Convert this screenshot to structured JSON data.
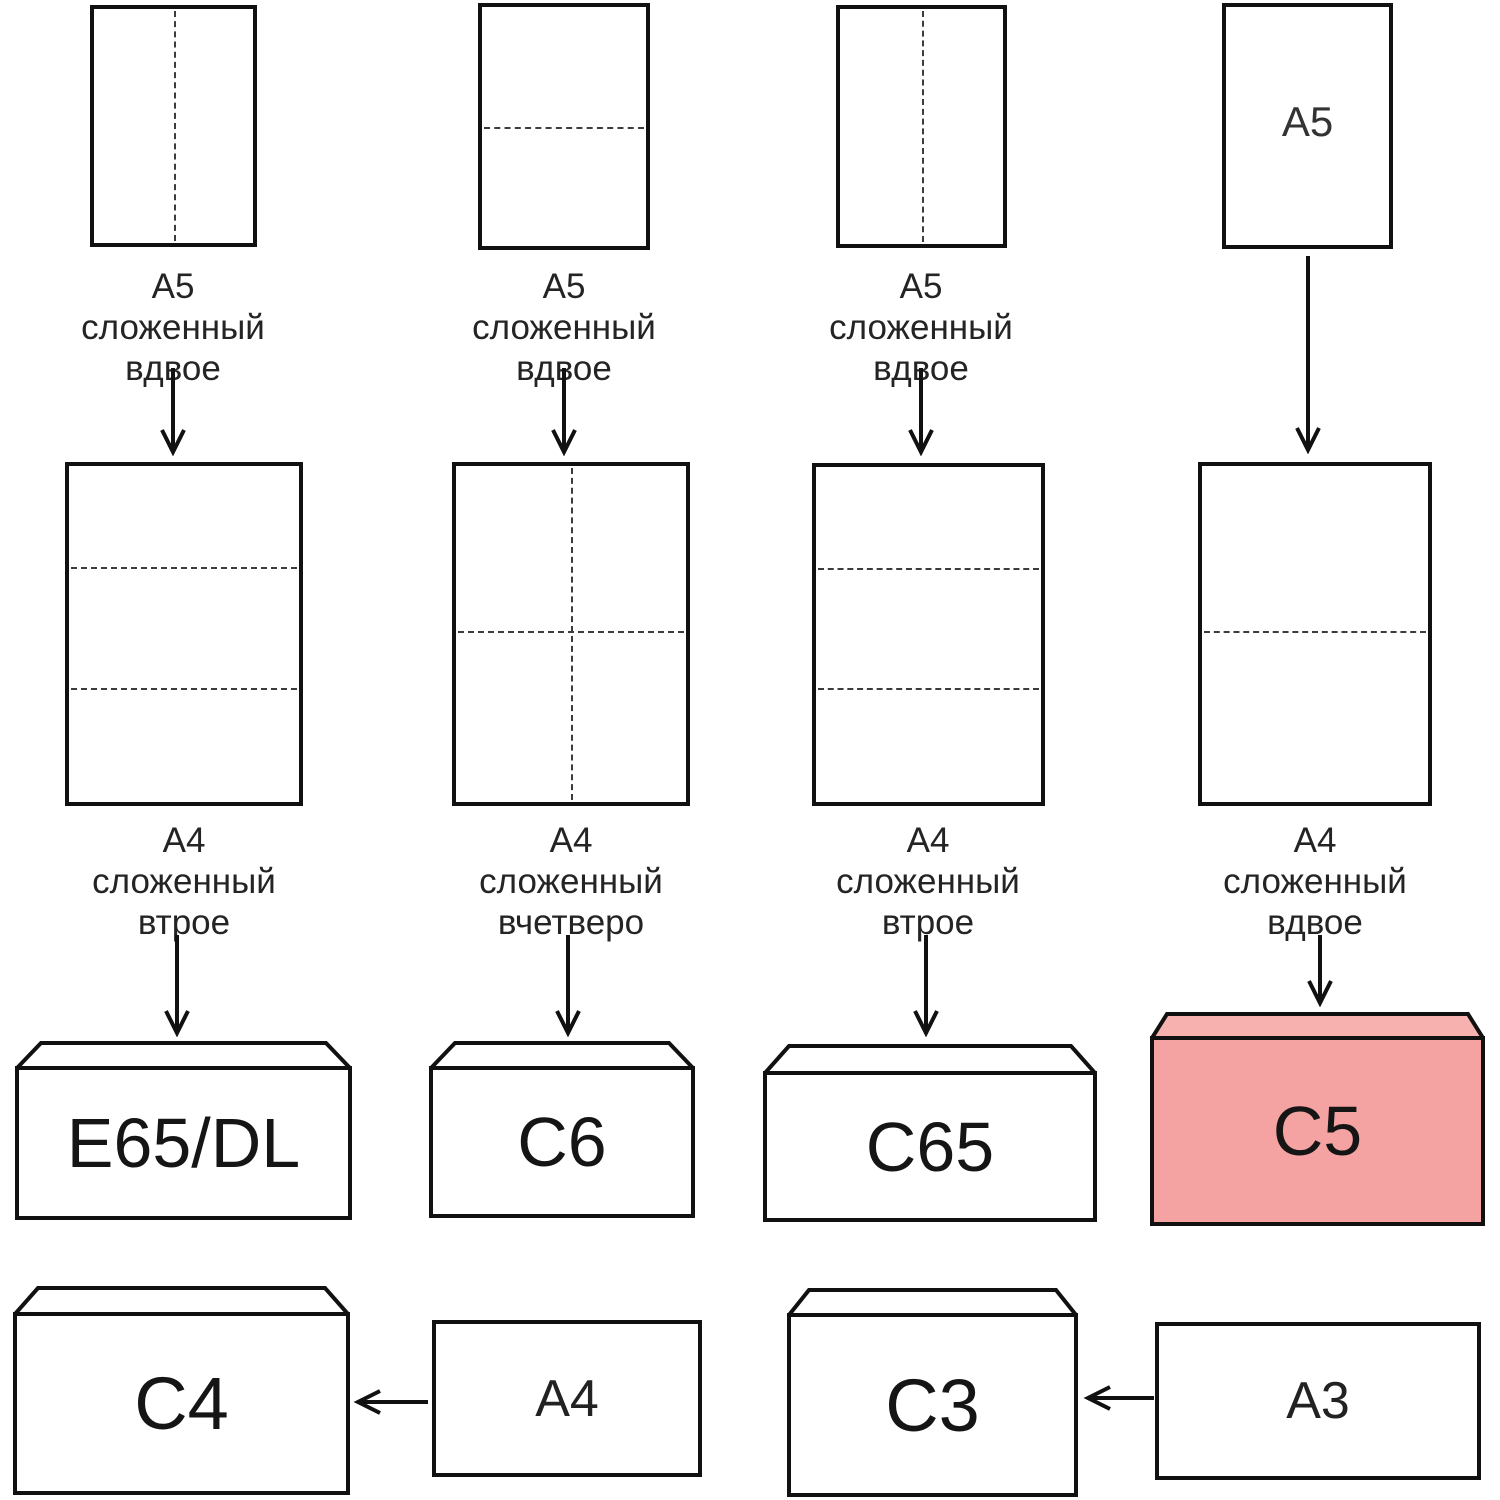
{
  "columns": [
    {
      "top_caption": "A5\nсложенный\nвдвое",
      "mid_caption": "A4\nсложенный\nвтрое",
      "envelope_label": "E65/DL"
    },
    {
      "top_caption": "A5\nсложенный\nвдвое",
      "mid_caption": "A4\nсложенный\nвчетверо",
      "envelope_label": "C6"
    },
    {
      "top_caption": "A5\nсложенный\nвдвое",
      "mid_caption": "A4\nсложенный\nвтрое",
      "envelope_label": "C65"
    },
    {
      "top_sheet_label": "A5",
      "mid_caption": "A4\nсложенный\nвдвое",
      "envelope_label": "C5"
    }
  ],
  "bottom_row": {
    "c4_label": "C4",
    "a4_label": "A4",
    "c3_label": "C3",
    "a3_label": "A3"
  },
  "colors": {
    "highlight_body": "#f4a3a2",
    "highlight_flap": "#f7b2af",
    "line": "#111111"
  }
}
